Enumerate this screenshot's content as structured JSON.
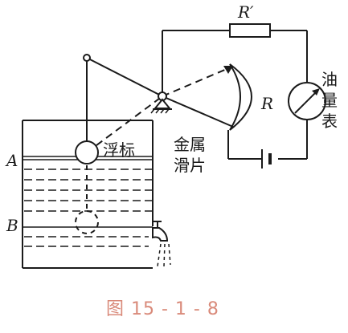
{
  "labels": {
    "resistor_fixed": "R′",
    "resistor_variable": "R",
    "meter_line1": "油",
    "meter_line2": "量",
    "meter_line3": "表",
    "float": "浮标",
    "slider_line1": "金属",
    "slider_line2": "滑片",
    "level_a": "A",
    "level_b": "B",
    "caption": "图 15 - 1 - 8"
  },
  "colors": {
    "line": "#1a1a1a",
    "caption": "#d98a7a",
    "background": "#ffffff"
  }
}
